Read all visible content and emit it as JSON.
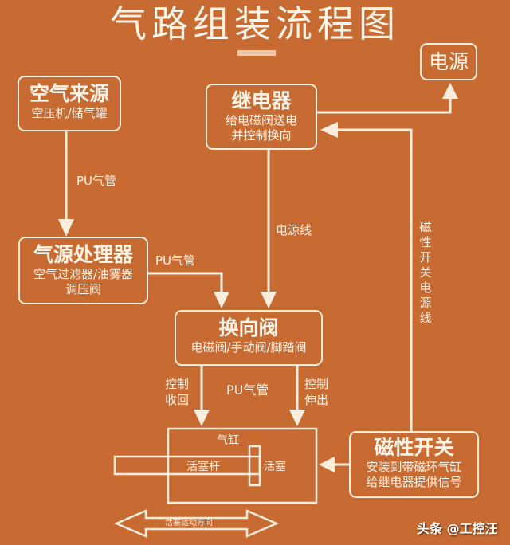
{
  "title": "气路组装流程图",
  "colors": {
    "background": "#c76b33",
    "line": "#fbeedd",
    "accent_bar": "#efc9b0"
  },
  "nodes": {
    "air_source": {
      "title": "空气来源",
      "subtitle": "空压机/储气罐"
    },
    "air_treatment": {
      "title": "气源处理器",
      "subtitle_line1": "空气过滤器/油雾器",
      "subtitle_line2": "调压阀"
    },
    "relay": {
      "title": "继电器",
      "subtitle_line1": "给电磁阀送电",
      "subtitle_line2": "并控制换向"
    },
    "power": {
      "title": "电源"
    },
    "directional_valve": {
      "title": "换向阀",
      "subtitle": "电磁阀/手动阀/脚踏阀"
    },
    "magnetic_switch": {
      "title": "磁性开关",
      "subtitle_line1": "安装到带磁环气缸",
      "subtitle_line2": "给继电器提供信号"
    },
    "cylinder": {
      "label": "气缸",
      "rod_label": "活塞杆",
      "piston_label": "活塞"
    }
  },
  "edge_labels": {
    "pu_tube_1": "PU气管",
    "pu_tube_2": "PU气管",
    "pu_tube_3": "PU气管",
    "power_line": "电源线",
    "control_retract_1": "控制",
    "control_retract_2": "收回",
    "control_extend_1": "控制",
    "control_extend_2": "伸出",
    "switch_power_line": [
      "磁",
      "性",
      "开",
      "关",
      "电",
      "源",
      "线"
    ],
    "piston_motion": "活塞运动方向"
  },
  "watermark": "头条 @工控汪"
}
